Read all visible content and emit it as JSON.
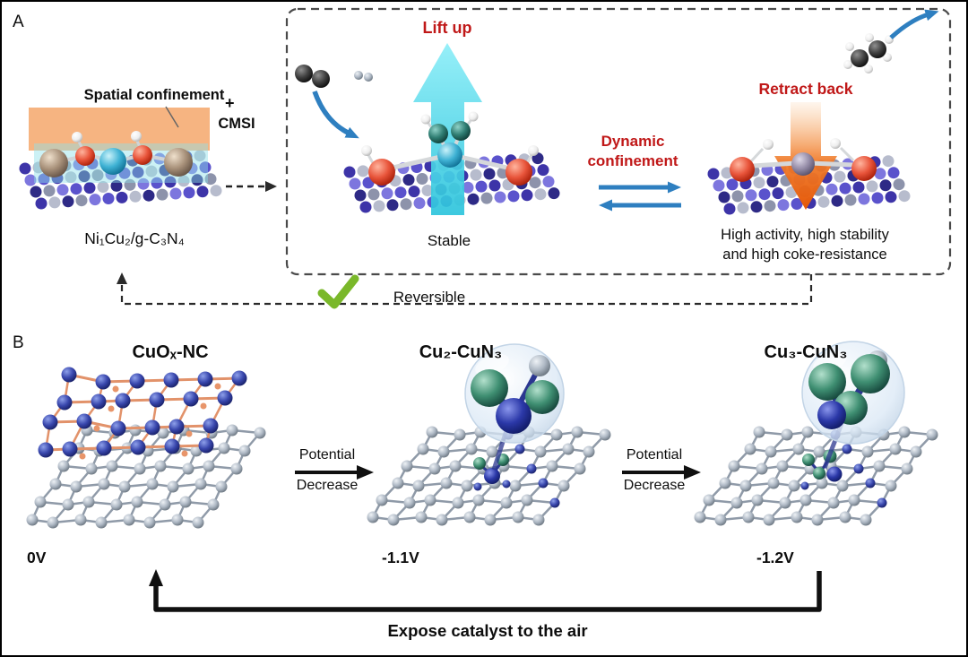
{
  "figure": {
    "panel_a": {
      "label": "A",
      "spatial_confinement": "Spatial confinement",
      "plus": "+",
      "cmsi": "CMSI",
      "catalyst": "Ni₁Cu₂/g-C₃N₄",
      "lift_up": "Lift up",
      "stable": "Stable",
      "dynamic_line1": "Dynamic",
      "dynamic_line2": "confinement",
      "retract_back": "Retract back",
      "outcome_line1": "High activity, high stability",
      "outcome_line2": "and high coke-resistance",
      "reversible": "Reversible"
    },
    "panel_b": {
      "label": "B",
      "state0": {
        "name": "CuOₓ-NC",
        "voltage": "0V"
      },
      "state1": {
        "name": "Cu₂-CuN₃",
        "voltage": "-1.1V"
      },
      "state2": {
        "name": "Cu₃-CuN₃",
        "voltage": "-1.2V"
      },
      "arrow_top": "Potential",
      "arrow_bottom": "Decrease",
      "return_caption": "Expose catalyst to the air"
    },
    "icons": {
      "checkmark": "✓"
    },
    "colors": {
      "highlight_red": "#c01818",
      "lift_arrow_cyan": "#49cfe2",
      "retract_arrow_orange": "#ee6a1e",
      "flow_blue": "#2e7fc0",
      "check_green": "#7ab82a",
      "confinement_band_orange": "#f4a76b",
      "cluster_navy": "#3947ad",
      "cluster_green": "#3f8f72"
    }
  }
}
